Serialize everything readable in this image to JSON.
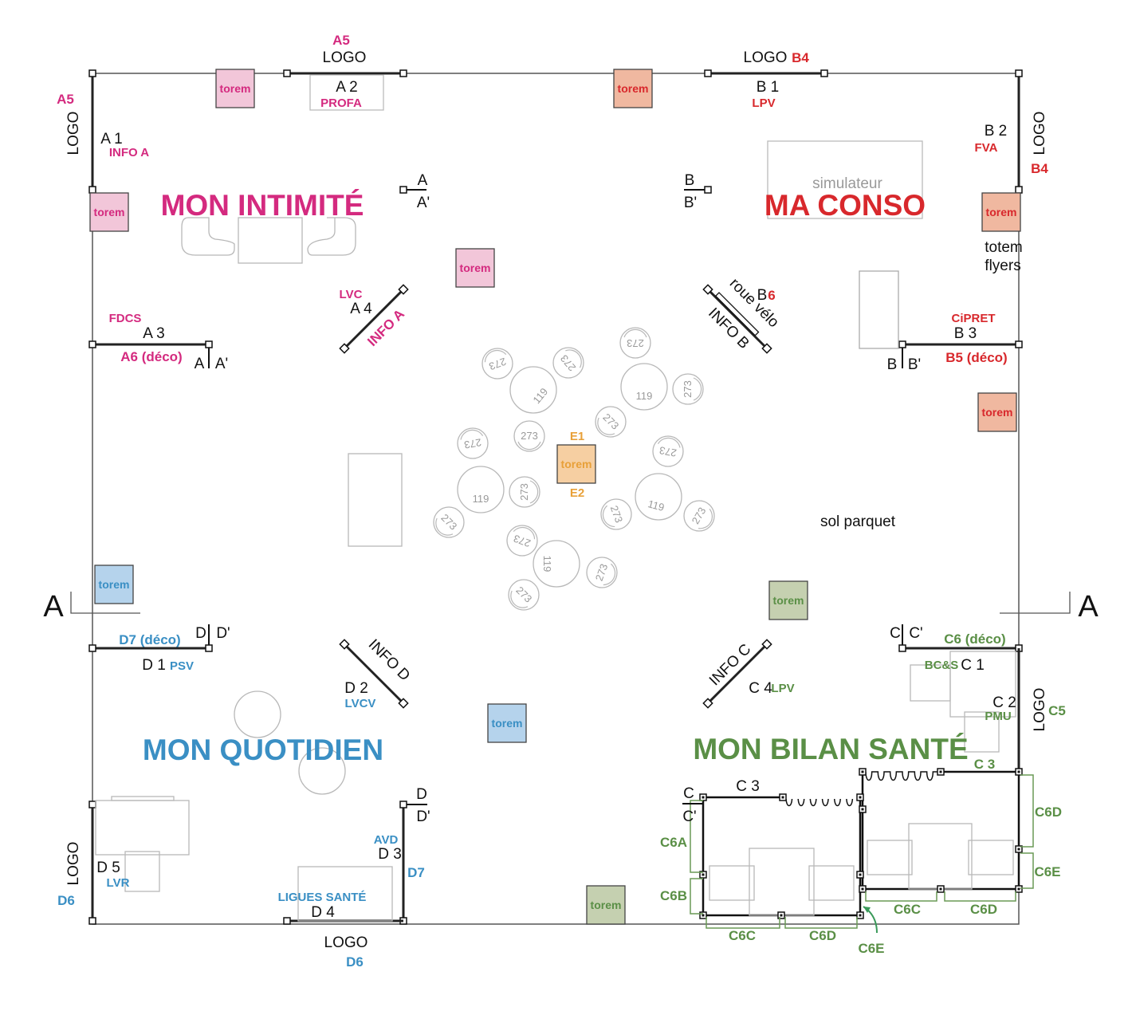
{
  "zones": {
    "intimite": {
      "title": "MON INTIMITÉ",
      "color": "#d42a7f"
    },
    "conso": {
      "subtitle": "simulateur",
      "title": "MA CONSO",
      "color": "#d8282c"
    },
    "quotidien": {
      "title": "MON QUOTIDIEN",
      "color": "#3a8fc4"
    },
    "bilan": {
      "title": "MON BILAN SANTÉ",
      "color": "#5a8f46"
    }
  },
  "section_marker": "A",
  "floor_label": "sol parquet",
  "totem_flyers": [
    "totem",
    "flyers"
  ],
  "torem": {
    "label": "torem",
    "colors": {
      "pink": "#f2c6d9",
      "salmon": "#f0b8a0",
      "orange": "#f6cfa2",
      "blue": "#b5d3ec",
      "green": "#c5d0b0"
    }
  },
  "labels": {
    "logo": "LOGO",
    "a5": "A5",
    "a1": "A 1",
    "a1_sub": "INFO A",
    "a2": "A 2",
    "a2_sub": "PROFA",
    "a_top": "A",
    "a_bot": "A'",
    "a3": "A 3",
    "a3_sub": "FDCS",
    "a6": "A6 (déco)",
    "a4": "A 4",
    "a4_sub": "LVC",
    "info_a": "INFO A",
    "b4": "B4",
    "b1": "B 1",
    "b1_sub": "LPV",
    "b2": "B 2",
    "b2_sub": "FVA",
    "b_top": "B",
    "b_bot": "B'",
    "b6": "B",
    "b6_num": "6",
    "roue_velo": "roue vélo",
    "info_b": "INFO B",
    "b3": "B 3",
    "b3_sub": "CiPRET",
    "b5": "B5 (déco)",
    "e1": "E1",
    "e2": "E2",
    "d7_deco": "D7 (déco)",
    "d_top": "D",
    "d_bot": "D'",
    "d1": "D 1",
    "d1_sub": "PSV",
    "d2": "D 2",
    "d2_sub": "LVCV",
    "info_d": "INFO D",
    "d3": "D 3",
    "d3_sub": "AVD",
    "d7": "D7",
    "d4": "D 4",
    "d4_sub": "LIGUES SANTÉ",
    "d5": "D 5",
    "d5_sub": "LVR",
    "d6": "D6",
    "c_top": "C",
    "c_bot": "C'",
    "c6_deco": "C6 (déco)",
    "c1": "C 1",
    "c1_sub": "BC&S",
    "c2": "C 2",
    "c2_sub": "PMU",
    "c5": "C5",
    "c3": "C 3",
    "c4": "C 4",
    "c4_sub": "LPV",
    "info_c": "INFO C",
    "c6a": "C6A",
    "c6b": "C6B",
    "c6c": "C6C",
    "c6d": "C6D",
    "c6e": "C6E"
  },
  "seating": {
    "table_label": "119",
    "chair_label": "273"
  }
}
